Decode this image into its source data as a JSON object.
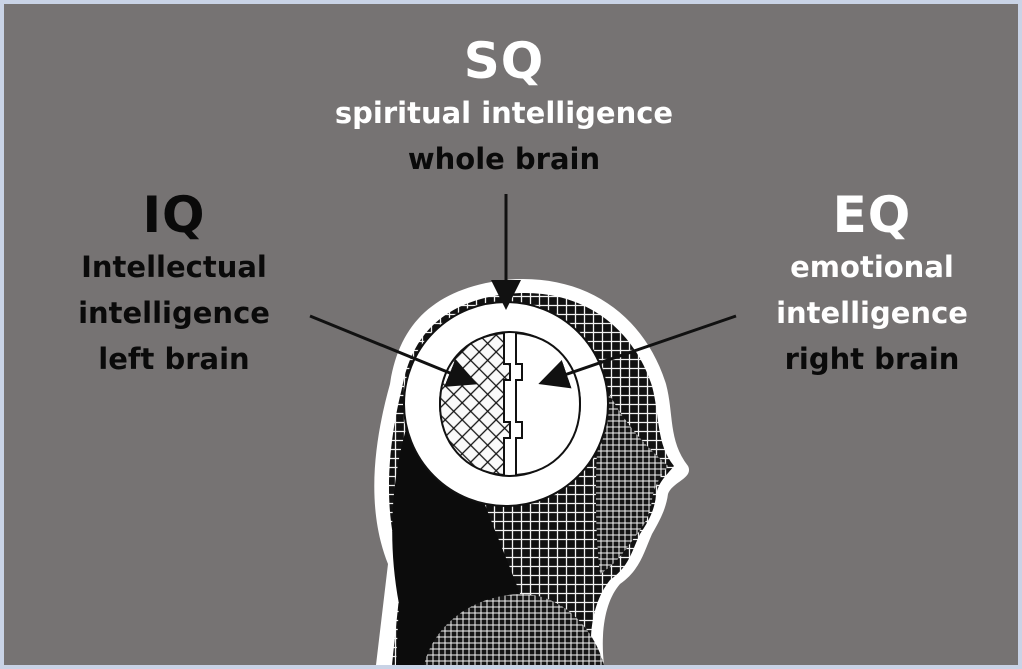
{
  "colors": {
    "background": "#767373",
    "frame": "#c9d3e6",
    "light_text": "#ffffff",
    "dark_text": "#0a0a0a"
  },
  "sq": {
    "heading": "SQ",
    "line1": "spiritual intelligence",
    "line2": "whole brain"
  },
  "iq": {
    "heading": "IQ",
    "line1": "Intellectual",
    "line2": "intelligence",
    "line3": "left brain"
  },
  "eq": {
    "heading": "EQ",
    "line1": "emotional",
    "line2": "intelligence",
    "line3": "right brain"
  }
}
